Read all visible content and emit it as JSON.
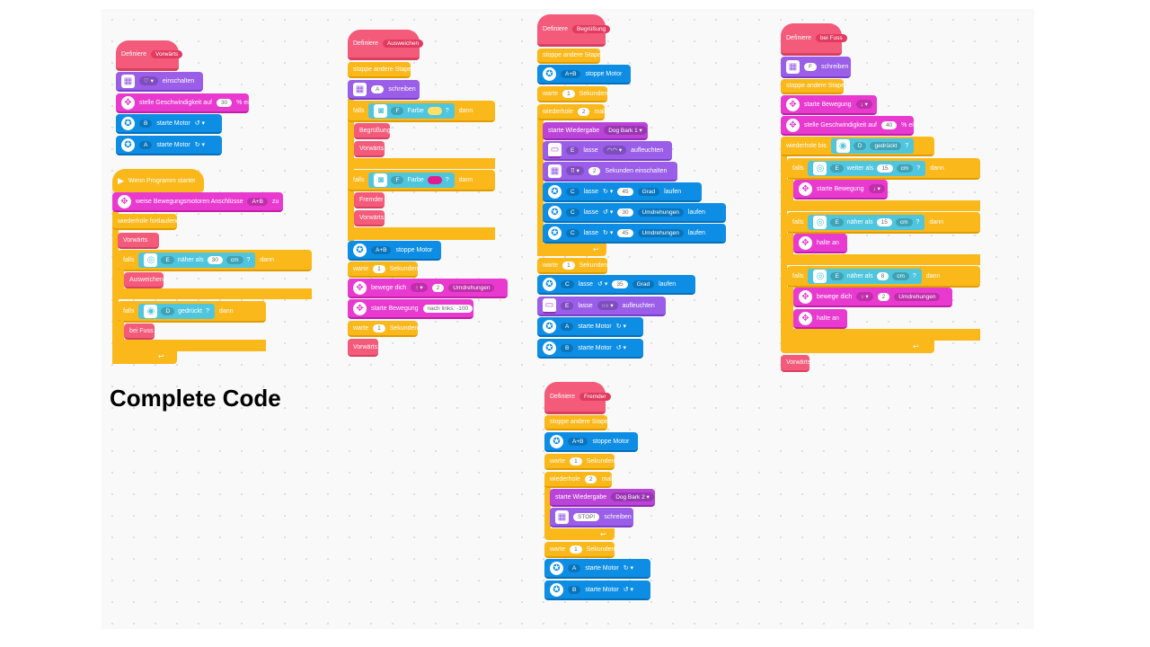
{
  "title": "Complete Code",
  "colors": {
    "define_hat": "#f45a79",
    "control": "#fbb81a",
    "motor": "#0d8ee4",
    "movement": "#e93ad0",
    "display": "#9a5ee8",
    "sound": "#bb44d8",
    "sensor": "#4fc6dd",
    "canvas": "#f9f9f9"
  },
  "icons": [
    "motor-icon",
    "hub-display-icon",
    "movement-icon",
    "color-sensor-icon",
    "distance-sensor-icon",
    "force-sensor-icon",
    "flag-icon",
    "loop-arrow-icon"
  ],
  "stack1": {
    "def": "Definiere",
    "name": "Vorwärts",
    "on": "einschalten",
    "speed_label": "stelle Geschwindigkeit auf",
    "speed_val": "30",
    "speed_unit": "% ein",
    "motB": "B",
    "motA": "A",
    "start_motor": "starte Motor"
  },
  "stack2": {
    "when_start": "Wenn Programm startet",
    "assign": "weise Bewegungsmotoren Anschlüsse",
    "ports": "A+B",
    "zu": "zu",
    "forever": "wiederhole fortlaufend",
    "call_fwd": "Vorwärts",
    "if": "falls",
    "then": "dann",
    "sensorE": "E",
    "closer": "näher als",
    "d30": "30",
    "cm": "cm",
    "q": "?",
    "call_avoid": "Ausweichen",
    "sensorD": "D",
    "pressed": "gedrückt",
    "call_heel": "bei Fuss"
  },
  "stack3": {
    "def": "Definiere",
    "name": "Ausweichen",
    "stop_other": "stoppe andere Stapel",
    "glyph": "A",
    "write": "schreiben",
    "if": "falls",
    "sensorF": "F",
    "color": "Farbe",
    "q": "?",
    "then": "dann",
    "call_greet": "Begrüßung",
    "call_fwd": "Vorwärts",
    "call_stranger": "Fremder",
    "ports": "A+B",
    "stop_motor": "stoppe Motor",
    "wait": "warte",
    "one": "1",
    "seconds": "Sekunden",
    "move": "bewege dich",
    "two": "2",
    "rotations": "Umdrehungen",
    "start_move": "starte Bewegung",
    "steer": "nach links: -100"
  },
  "stack4": {
    "def": "Definiere",
    "name": "Begrüßung",
    "stop_other": "stoppe andere Stapel",
    "ports": "A+B",
    "stop_motor": "stoppe Motor",
    "wait": "warte",
    "one": "1",
    "seconds": "Sekunden",
    "repeat": "wiederhole",
    "two": "2",
    "times": "mal",
    "play": "starte Wiedergabe",
    "sound1": "Dog Bark 1",
    "portE": "E",
    "light": "lasse",
    "light_on": "aufleuchten",
    "two_s": "2",
    "seconds_on": "Sekunden einschalten",
    "portC": "C",
    "v45": "45",
    "deg": "Grad",
    "run": "laufen",
    "v30": "30",
    "rot": "Umdrehungen",
    "v35": "35",
    "portA": "A",
    "portB": "B",
    "start_motor": "starte Motor"
  },
  "stack5": {
    "def": "Definiere",
    "name": "bei Fuss",
    "glyph": "F",
    "write": "schreiben",
    "stop_other": "stoppe andere Stapel",
    "start_move": "starte Bewegung",
    "speed_label": "stelle Geschwindigkeit auf",
    "speed_val": "40",
    "speed_unit": "% ein",
    "repeat_until": "wiederhole bis",
    "sensorD": "D",
    "pressed": "gedrückt",
    "q": "?",
    "if": "falls",
    "then": "dann",
    "sensorE": "E",
    "farther": "weiter als",
    "closer": "näher als",
    "d15": "15",
    "d8": "8",
    "cm": "cm",
    "stop": "halte an",
    "move": "bewege dich",
    "two": "2",
    "rotations": "Umdrehungen",
    "call_fwd": "Vorwärts"
  },
  "stack6": {
    "def": "Definiere",
    "name": "Fremder",
    "stop_other": "stoppe andere Stapel",
    "ports": "A+B",
    "stop_motor": "stoppe Motor",
    "wait": "warte",
    "one": "1",
    "seconds": "Sekunden",
    "repeat": "wiederhole",
    "two": "2",
    "times": "mal",
    "play": "starte Wiedergabe",
    "sound2": "Dog Bark 2",
    "text": "STOP!",
    "write": "schreiben",
    "portA": "A",
    "portB": "B",
    "start_motor": "starte Motor"
  }
}
